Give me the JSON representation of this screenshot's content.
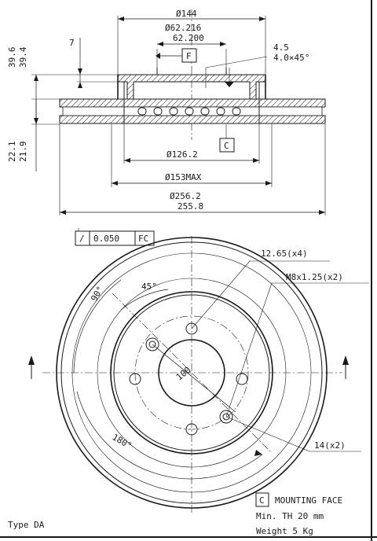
{
  "section": {
    "dia_144": "Ø144",
    "dia_62": "Ø62.216",
    "dia_62_lo": "62.200",
    "thk_7": "7",
    "h_39": "39.6",
    "h_39_lo": "39.4",
    "ch_45": "4.5",
    "ch_40": "4.0×45°",
    "datum_f": "F",
    "datum_c": "C",
    "h_22": "22.1",
    "h_22_lo": "21.9",
    "dia_126": "Ø126.2",
    "dia_153": "Ø153MAX",
    "dia_256": "Ø256.2",
    "dia_256_lo": "255.8"
  },
  "tolerance": {
    "symbol": "/",
    "value": "0.050",
    "datum": "FC"
  },
  "plan": {
    "hole_dia": "12.65(x4)",
    "thread": "M8x1.25(x2)",
    "angle_90": "90°",
    "angle_45": "45°",
    "pcd": "100",
    "angle_180": "180°",
    "pin": "14(x2)"
  },
  "notes": {
    "datum_c": "C",
    "mounting_face": "MOUNTING FACE",
    "min_th": "Min. TH 20 mm",
    "weight": "Weight 5 Kg",
    "type": "Type DA"
  }
}
